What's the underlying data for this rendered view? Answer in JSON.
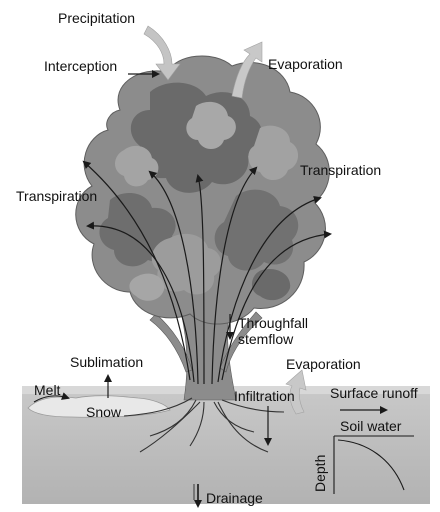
{
  "labels": {
    "precipitation": "Precipitation",
    "interception": "Interception",
    "evaporation_top": "Evaporation",
    "transpiration_left": "Transpiration",
    "transpiration_right": "Transpiration",
    "throughfall": "Throughfall",
    "stemflow": "stemflow",
    "sublimation": "Sublimation",
    "evaporation_ground": "Evaporation",
    "melt": "Melt",
    "snow": "Snow",
    "infiltration": "Infiltration",
    "surface_runoff": "Surface runoff",
    "soil_water": "Soil water",
    "depth": "Depth",
    "drainage": "Drainage"
  },
  "colors": {
    "foliage_dark": "#6a6a6a",
    "foliage_mid": "#8c8c8c",
    "foliage_light": "#a8a8a8",
    "trunk": "#8a8a8a",
    "ground": "#bdbdbd",
    "snow": "#e6e6e6",
    "big_arrow": "#c4c4c4",
    "line": "#1a1a1a"
  }
}
